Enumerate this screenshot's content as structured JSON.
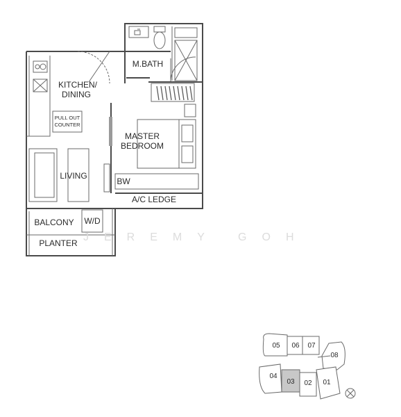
{
  "rooms": {
    "kitchen_line1": "KITCHEN/",
    "kitchen_line2": "DINING",
    "bath": "M.BATH",
    "counter_line1": "PULL OUT",
    "counter_line2": "COUNTER",
    "bedroom_line1": "MASTER",
    "bedroom_line2": "BEDROOM",
    "living": "LIVING",
    "bw": "BW",
    "ac_ledge": "A/C LEDGE",
    "balcony": "BALCONY",
    "wd": "W/D",
    "planter": "PLANTER"
  },
  "watermark": "JEREMY GOH",
  "key_plan": {
    "units": [
      "05",
      "06",
      "07",
      "08",
      "04",
      "03",
      "02",
      "01"
    ],
    "highlighted": "03",
    "highlight_color": "#c8c8c8"
  },
  "colors": {
    "wall": "#4a4a4a",
    "line": "#6a6a6a"
  }
}
